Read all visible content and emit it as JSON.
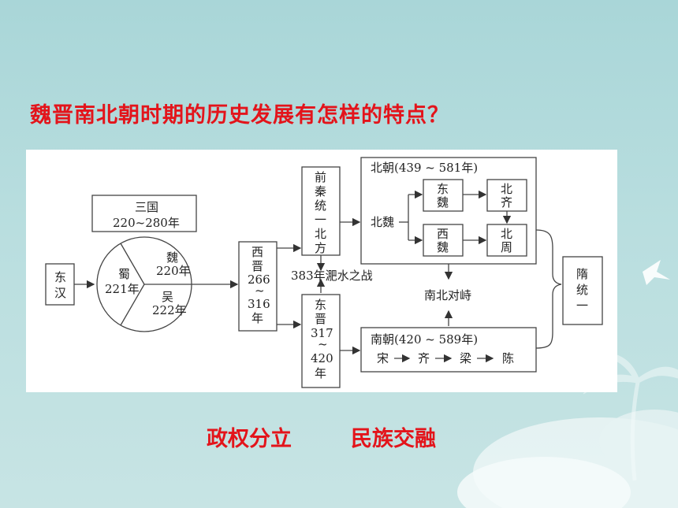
{
  "question": "魏晋南北朝时期的历史发展有怎样的特点？",
  "diagram": {
    "dong_han": [
      "东",
      "汉"
    ],
    "san_guo_title": "三国",
    "san_guo_years": "220~280年",
    "wei_name": "魏",
    "wei_year": "220年",
    "shu_name": "蜀",
    "shu_year": "221年",
    "wu_name": "吴",
    "wu_year": "222年",
    "xi_jin": [
      "西",
      "晋",
      "266",
      "~",
      "316",
      "年"
    ],
    "qian_qin": [
      "前",
      "秦",
      "统",
      "一",
      "北",
      "方"
    ],
    "feishui": "383年淝水之战",
    "dong_jin": [
      "东",
      "晋",
      "317",
      "~",
      "420",
      "年"
    ],
    "bei_chao_title": "北朝(439 ~ 581年)",
    "bei_wei": "北魏",
    "dong_wei": [
      "东",
      "魏"
    ],
    "bei_qi": [
      "北",
      "齐"
    ],
    "xi_wei": [
      "西",
      "魏"
    ],
    "bei_zhou": [
      "北",
      "周"
    ],
    "nanbei_duizhi": "南北对峙",
    "nan_chao_title": "南朝(420 ~ 589年)",
    "nan_chao_seq": [
      "宋",
      "齐",
      "梁",
      "陈"
    ],
    "sui": [
      "隋",
      "统",
      "一"
    ]
  },
  "answers": {
    "left": "政权分立",
    "right": "民族交融"
  }
}
